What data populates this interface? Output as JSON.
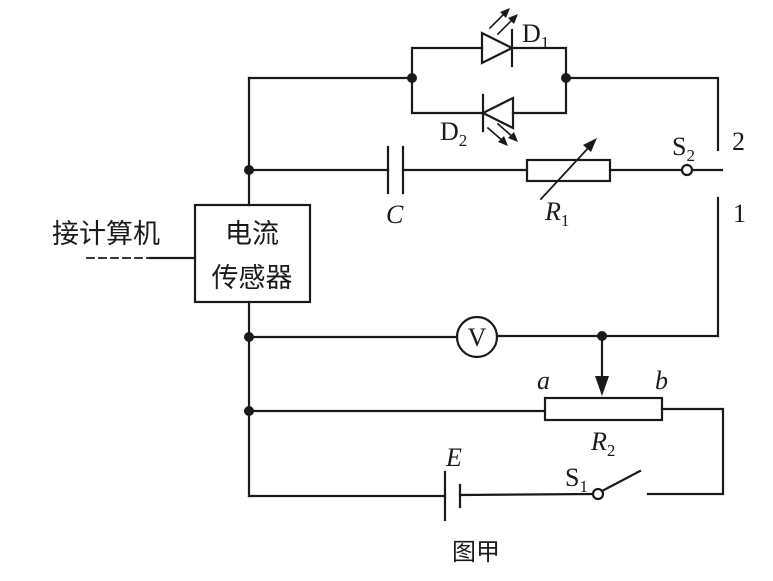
{
  "figure": {
    "caption": "图甲",
    "computer_label": "接计算机",
    "sensor_line1": "电流",
    "sensor_line2": "传感器"
  },
  "components": {
    "d1": {
      "name": "D",
      "sub": "1"
    },
    "d2": {
      "name": "D",
      "sub": "2"
    },
    "capacitor": {
      "name": "C"
    },
    "r1": {
      "name": "R",
      "sub": "1"
    },
    "s2": {
      "name": "S",
      "sub": "2"
    },
    "s2_terminal_2": "2",
    "s2_terminal_1": "1",
    "voltmeter": {
      "symbol": "V"
    },
    "r2": {
      "name": "R",
      "sub": "2",
      "end_a": "a",
      "end_b": "b"
    },
    "battery": {
      "name": "E"
    },
    "s1": {
      "name": "S",
      "sub": "1"
    }
  }
}
